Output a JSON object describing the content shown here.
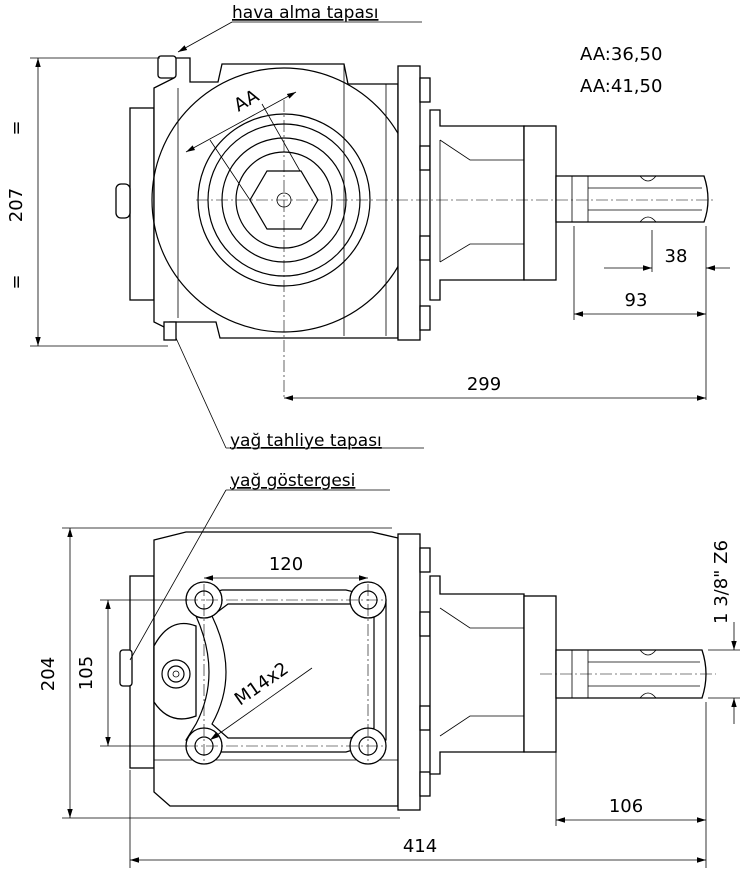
{
  "labels": {
    "vent_plug": "hava alma tapası",
    "drain_plug": "yağ tahliye tapası",
    "oil_gauge": "yağ göstergesi",
    "ratio_1": "AA:36,50",
    "ratio_2": "AA:41,50",
    "angle_mark": "AA",
    "thread": "M14x2",
    "spline": "1 3/8\" Z6",
    "equal_mark": "="
  },
  "dimensions": {
    "height_top": "207",
    "shaft_38": "38",
    "shaft_93": "93",
    "length_299": "299",
    "bolt_120": "120",
    "bolt_105": "105",
    "width_204": "204",
    "shaft_106": "106",
    "length_414": "414"
  }
}
